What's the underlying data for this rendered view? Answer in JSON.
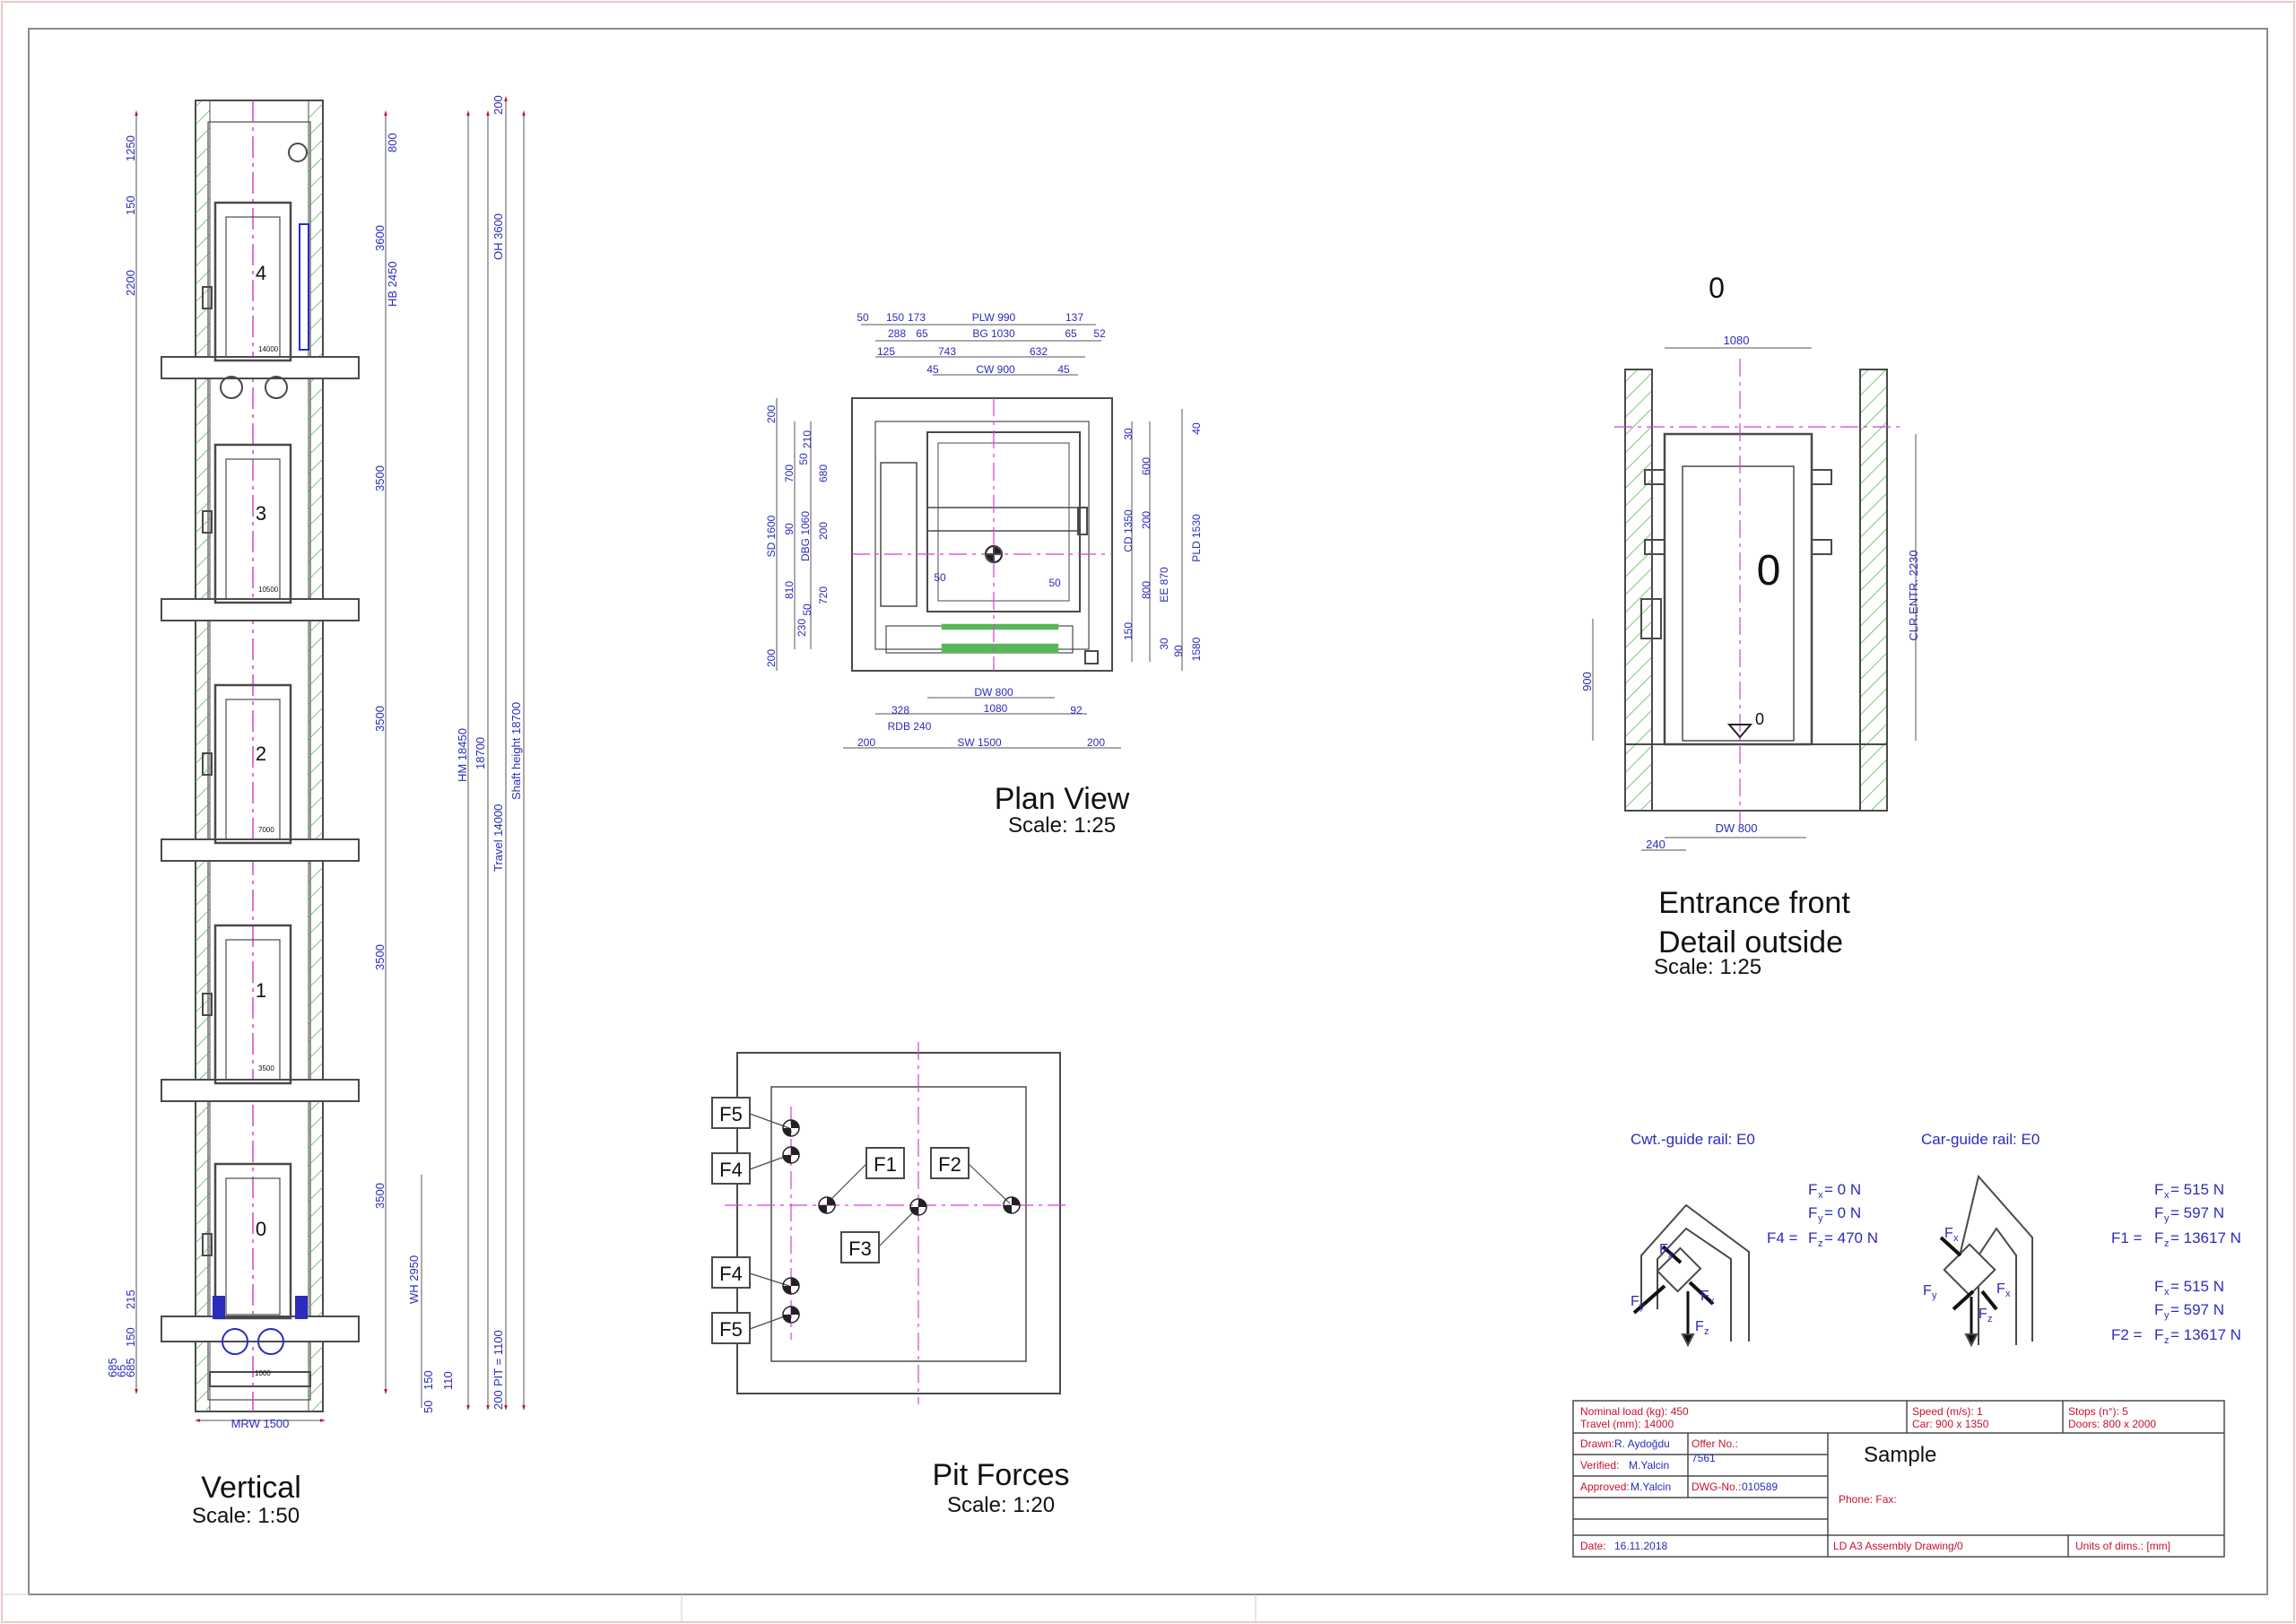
{
  "colors": {
    "line": "#4a4a4a",
    "dimension_text": "#2b2bbd",
    "dimension_arrow": "#c8102e",
    "center_line": "#d63fd6",
    "hatch": "#58b858",
    "titleblock_text": "#c8102e",
    "titleblock_value": "#2b2bbd"
  },
  "vertical": {
    "title": "Vertical",
    "scale": "Scale: 1:50",
    "floors": [
      {
        "label": "4",
        "level": "14000"
      },
      {
        "label": "3",
        "level": "10500"
      },
      {
        "label": "2",
        "level": "7000"
      },
      {
        "label": "1",
        "level": "3500"
      },
      {
        "label": "0",
        "level": "1000"
      }
    ],
    "left_dims": [
      "1250",
      "150",
      "2200",
      "215",
      "150",
      "685",
      "685",
      "65"
    ],
    "right_dims": [
      "800",
      "3600",
      "HB 2450",
      "3500",
      "3500",
      "3500",
      "3500",
      "WH 2950",
      "50",
      "150",
      "110"
    ],
    "long_dims": [
      "OH 3600",
      "HM 18450",
      "18700",
      "Travel 14000",
      "Shaft height 18700",
      "PIT = 1100",
      "200",
      "200"
    ],
    "bottom_dim": "MRW 1500"
  },
  "plan": {
    "title": "Plan View",
    "scale": "Scale: 1:25",
    "top_row1": [
      "50",
      "150",
      "173",
      "PLW 990",
      "137"
    ],
    "top_row2": [
      "288",
      "65",
      "BG 1030",
      "65",
      "52"
    ],
    "top_row3": [
      "125",
      "743",
      "632"
    ],
    "top_row4": [
      "45",
      "CW 900",
      "45"
    ],
    "left_dims": [
      "200",
      "SD 1600",
      "700",
      "50",
      "210",
      "680",
      "90",
      "DBG 1060",
      "200",
      "810",
      "720",
      "230",
      "50",
      "200"
    ],
    "right_dims": [
      "30",
      "600",
      "CD 1350",
      "200",
      "800",
      "EE 870",
      "150",
      "30",
      "90",
      "40",
      "PLD 1530",
      "1580"
    ],
    "inner": "50",
    "inner2": "50",
    "bottom_row1": "DW 800",
    "bottom_row2": [
      "328",
      "1080",
      "92"
    ],
    "bottom_row3": "RDB 240",
    "bottom_row4": [
      "200",
      "SW 1500",
      "200"
    ]
  },
  "entrance": {
    "top_label": "0",
    "title_line1": "Entrance front",
    "title_line2": "Detail outside",
    "scale": "Scale: 1:25",
    "width_dim": "1080",
    "door_label": "0",
    "sill_label": "0",
    "clr_dim": "CLR.ENTR. 2230",
    "height_dim": "900",
    "bottom_dim1": "240",
    "bottom_dim2": "DW 800"
  },
  "pit": {
    "title": "Pit Forces",
    "scale": "Scale: 1:20",
    "labels": [
      "F5",
      "F4",
      "F1",
      "F2",
      "F3",
      "F4",
      "F5"
    ]
  },
  "forces": {
    "cwt_title": "Cwt.-guide rail:  E0",
    "car_title": "Car-guide rail:  E0",
    "cwt_lines": [
      {
        "prefix": "",
        "name": "F",
        "sub": "x",
        "value": "= 0 N"
      },
      {
        "prefix": "",
        "name": "F",
        "sub": "y",
        "value": "= 0 N"
      },
      {
        "prefix": "F4 =",
        "name": "F",
        "sub": "z",
        "value": "= 470 N"
      }
    ],
    "car_lines": [
      {
        "prefix": "",
        "name": "F",
        "sub": "x",
        "value": "= 515 N"
      },
      {
        "prefix": "",
        "name": "F",
        "sub": "y",
        "value": "= 597 N"
      },
      {
        "prefix": "F1 =",
        "name": "F",
        "sub": "z",
        "value": "= 13617 N"
      },
      {
        "prefix": "",
        "name": "F",
        "sub": "x",
        "value": "= 515 N"
      },
      {
        "prefix": "",
        "name": "F",
        "sub": "y",
        "value": "= 597 N"
      },
      {
        "prefix": "F2 =",
        "name": "F",
        "sub": "z",
        "value": "= 13617 N"
      }
    ],
    "diagram_labels": [
      "F",
      "x",
      "F",
      "y",
      "F",
      "x",
      "F",
      "z"
    ]
  },
  "titleblock": {
    "nominal_load": "Nominal load (kg): 450",
    "travel": "Travel (mm): 14000",
    "speed": "Speed (m/s): 1",
    "car": "Car: 900 x 1350",
    "stops": "Stops (n°): 5",
    "doors": "Doors: 800 x 2000",
    "drawn_label": "Drawn:",
    "drawn_value": "R. Aydoğdu",
    "offer_label": "Offer No.:",
    "offer_value": "7561",
    "verified_label": "Verified:",
    "verified_value": "M.Yalcin",
    "approved_label": "Approved:",
    "approved_value": "M.Yalcin",
    "dwg_label": "DWG-No.:",
    "dwg_value": "010589",
    "project": "Sample",
    "phone": "Phone:  Fax:",
    "date_label": "Date:",
    "date_value": "16.11.2018",
    "drawing_name": "LD A3 Assembly Drawing/0",
    "units": "Units of dims.: [mm]"
  }
}
